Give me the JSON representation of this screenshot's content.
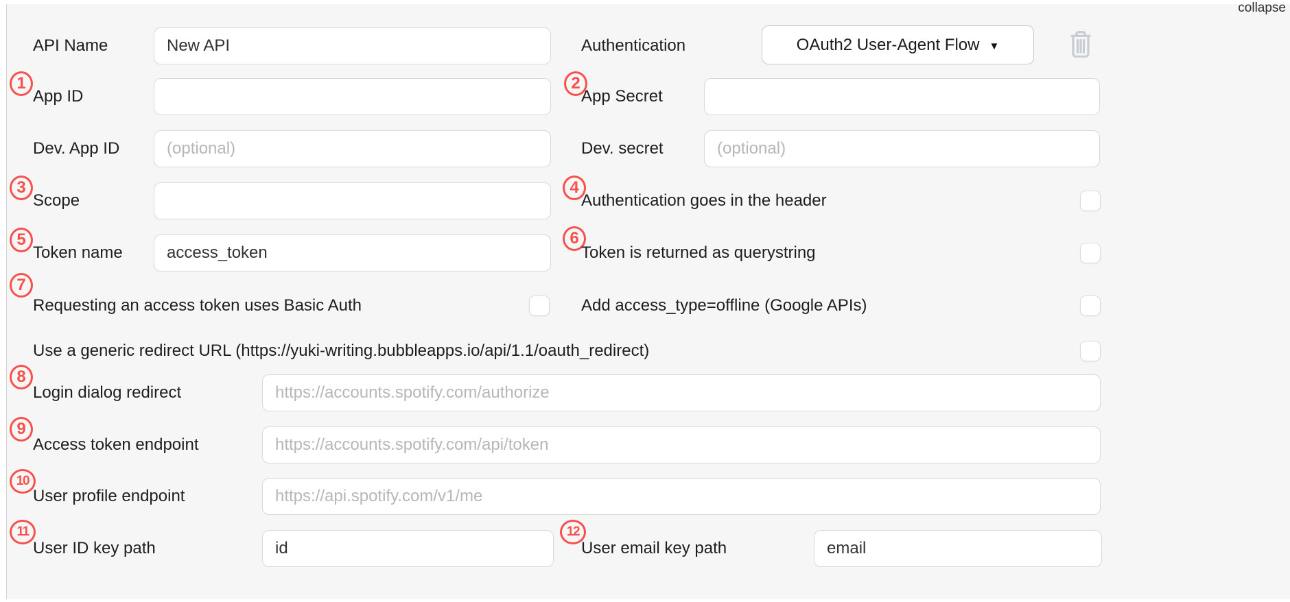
{
  "header": {
    "collapse_label": "collapse"
  },
  "form": {
    "api_name": {
      "label": "API Name",
      "value": "New API"
    },
    "authentication": {
      "label": "Authentication",
      "selected_option": "OAuth2 User-Agent Flow",
      "caret_icon": "▼"
    },
    "app_id": {
      "badge": "1",
      "label": "App ID",
      "value": ""
    },
    "app_secret": {
      "badge": "2",
      "label": "App Secret",
      "value": ""
    },
    "dev_app_id": {
      "label": "Dev. App ID",
      "placeholder": "(optional)",
      "value": ""
    },
    "dev_secret": {
      "label": "Dev. secret",
      "placeholder": "(optional)",
      "value": ""
    },
    "scope": {
      "badge": "3",
      "label": "Scope",
      "value": ""
    },
    "auth_in_header": {
      "badge": "4",
      "label": "Authentication goes in the header",
      "checked": false
    },
    "token_name": {
      "badge": "5",
      "label": "Token name",
      "value": "access_token"
    },
    "token_querystring": {
      "badge": "6",
      "label": "Token is returned as querystring",
      "checked": false
    },
    "basic_auth": {
      "badge": "7",
      "label": "Requesting an access token uses Basic Auth",
      "checked": false
    },
    "access_type_offline": {
      "label": "Add access_type=offline (Google APIs)",
      "checked": false
    },
    "generic_redirect_url": {
      "label": "Use a generic redirect URL (https://yuki-writing.bubbleapps.io/api/1.1/oauth_redirect)",
      "checked": false
    },
    "login_dialog_redirect": {
      "badge": "8",
      "label": "Login dialog redirect",
      "placeholder": "https://accounts.spotify.com/authorize",
      "value": ""
    },
    "access_token_endpoint": {
      "badge": "9",
      "label": "Access token endpoint",
      "placeholder": "https://accounts.spotify.com/api/token",
      "value": ""
    },
    "user_profile_endpoint": {
      "badge": "10",
      "label": "User profile endpoint",
      "placeholder": "https://api.spotify.com/v1/me",
      "value": ""
    },
    "user_id_key_path": {
      "badge": "11",
      "label": "User ID key path",
      "value": "id"
    },
    "user_email_key_path": {
      "badge": "12",
      "label": "User email key path",
      "value": "email"
    }
  },
  "colors": {
    "badge_red": "#f8504a",
    "panel_bg": "#f6f6f7",
    "input_border": "#d8d8d8",
    "placeholder_text": "#b6b6bc",
    "trash_icon": "#c8cdd3"
  }
}
